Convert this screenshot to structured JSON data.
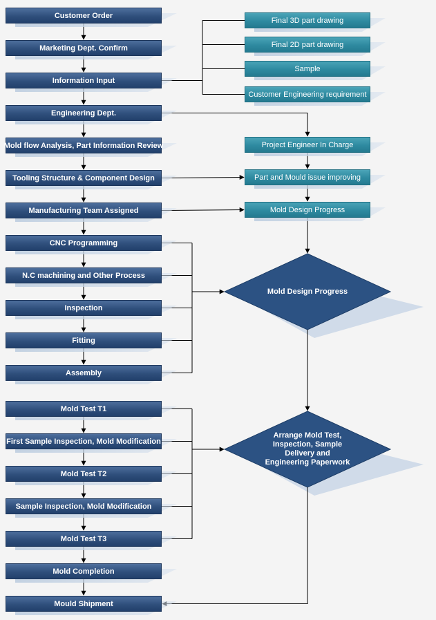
{
  "left_steps": [
    {
      "id": "L1",
      "label": "Customer Order"
    },
    {
      "id": "L2",
      "label": "Marketing Dept. Confirm"
    },
    {
      "id": "L3",
      "label": "Information Input"
    },
    {
      "id": "L4",
      "label": "Engineering Dept."
    },
    {
      "id": "L5",
      "label": "Mold flow Analysis, Part Information Review"
    },
    {
      "id": "L6",
      "label": "Tooling Structure & Component  Design"
    },
    {
      "id": "L7",
      "label": "Manufacturing Team Assigned"
    },
    {
      "id": "L8",
      "label": "CNC Programming"
    },
    {
      "id": "L9",
      "label": "N.C machining and Other Process"
    },
    {
      "id": "L10",
      "label": "Inspection"
    },
    {
      "id": "L11",
      "label": "Fitting"
    },
    {
      "id": "L12",
      "label": "Assembly"
    },
    {
      "id": "L13",
      "label": "Mold Test T1"
    },
    {
      "id": "L14",
      "label": "First Sample Inspection, Mold Modification"
    },
    {
      "id": "L15",
      "label": "Mold Test T2"
    },
    {
      "id": "L16",
      "label": "Sample Inspection, Mold Modification"
    },
    {
      "id": "L17",
      "label": "Mold Test T3"
    },
    {
      "id": "L18",
      "label": "Mold Completion"
    },
    {
      "id": "L19",
      "label": "Mould Shipment"
    }
  ],
  "right_inputs": [
    {
      "id": "R1",
      "label": "Final 3D part drawing"
    },
    {
      "id": "R2",
      "label": "Final 2D part drawing"
    },
    {
      "id": "R3",
      "label": "Sample"
    },
    {
      "id": "R4",
      "label": "Customer Engineering requirement"
    }
  ],
  "right_flow": [
    {
      "id": "P1",
      "label": "Project Engineer In Charge"
    },
    {
      "id": "P2",
      "label": "Part and Mould issue improving"
    },
    {
      "id": "P3",
      "label": "Mold Design Progress"
    }
  ],
  "decisions": [
    {
      "id": "D1",
      "label": "Mold Design Progress"
    },
    {
      "id": "D2",
      "label": "Arrange Mold Test,\nInspection, Sample\nDelivery and\nEngineering Paperwork"
    }
  ],
  "colors": {
    "left_box": "#2f4f7c",
    "right_box": "#2e8aa0",
    "diamond": "#2c5283",
    "line": "#000000",
    "shadow": "#c9d6e6"
  }
}
